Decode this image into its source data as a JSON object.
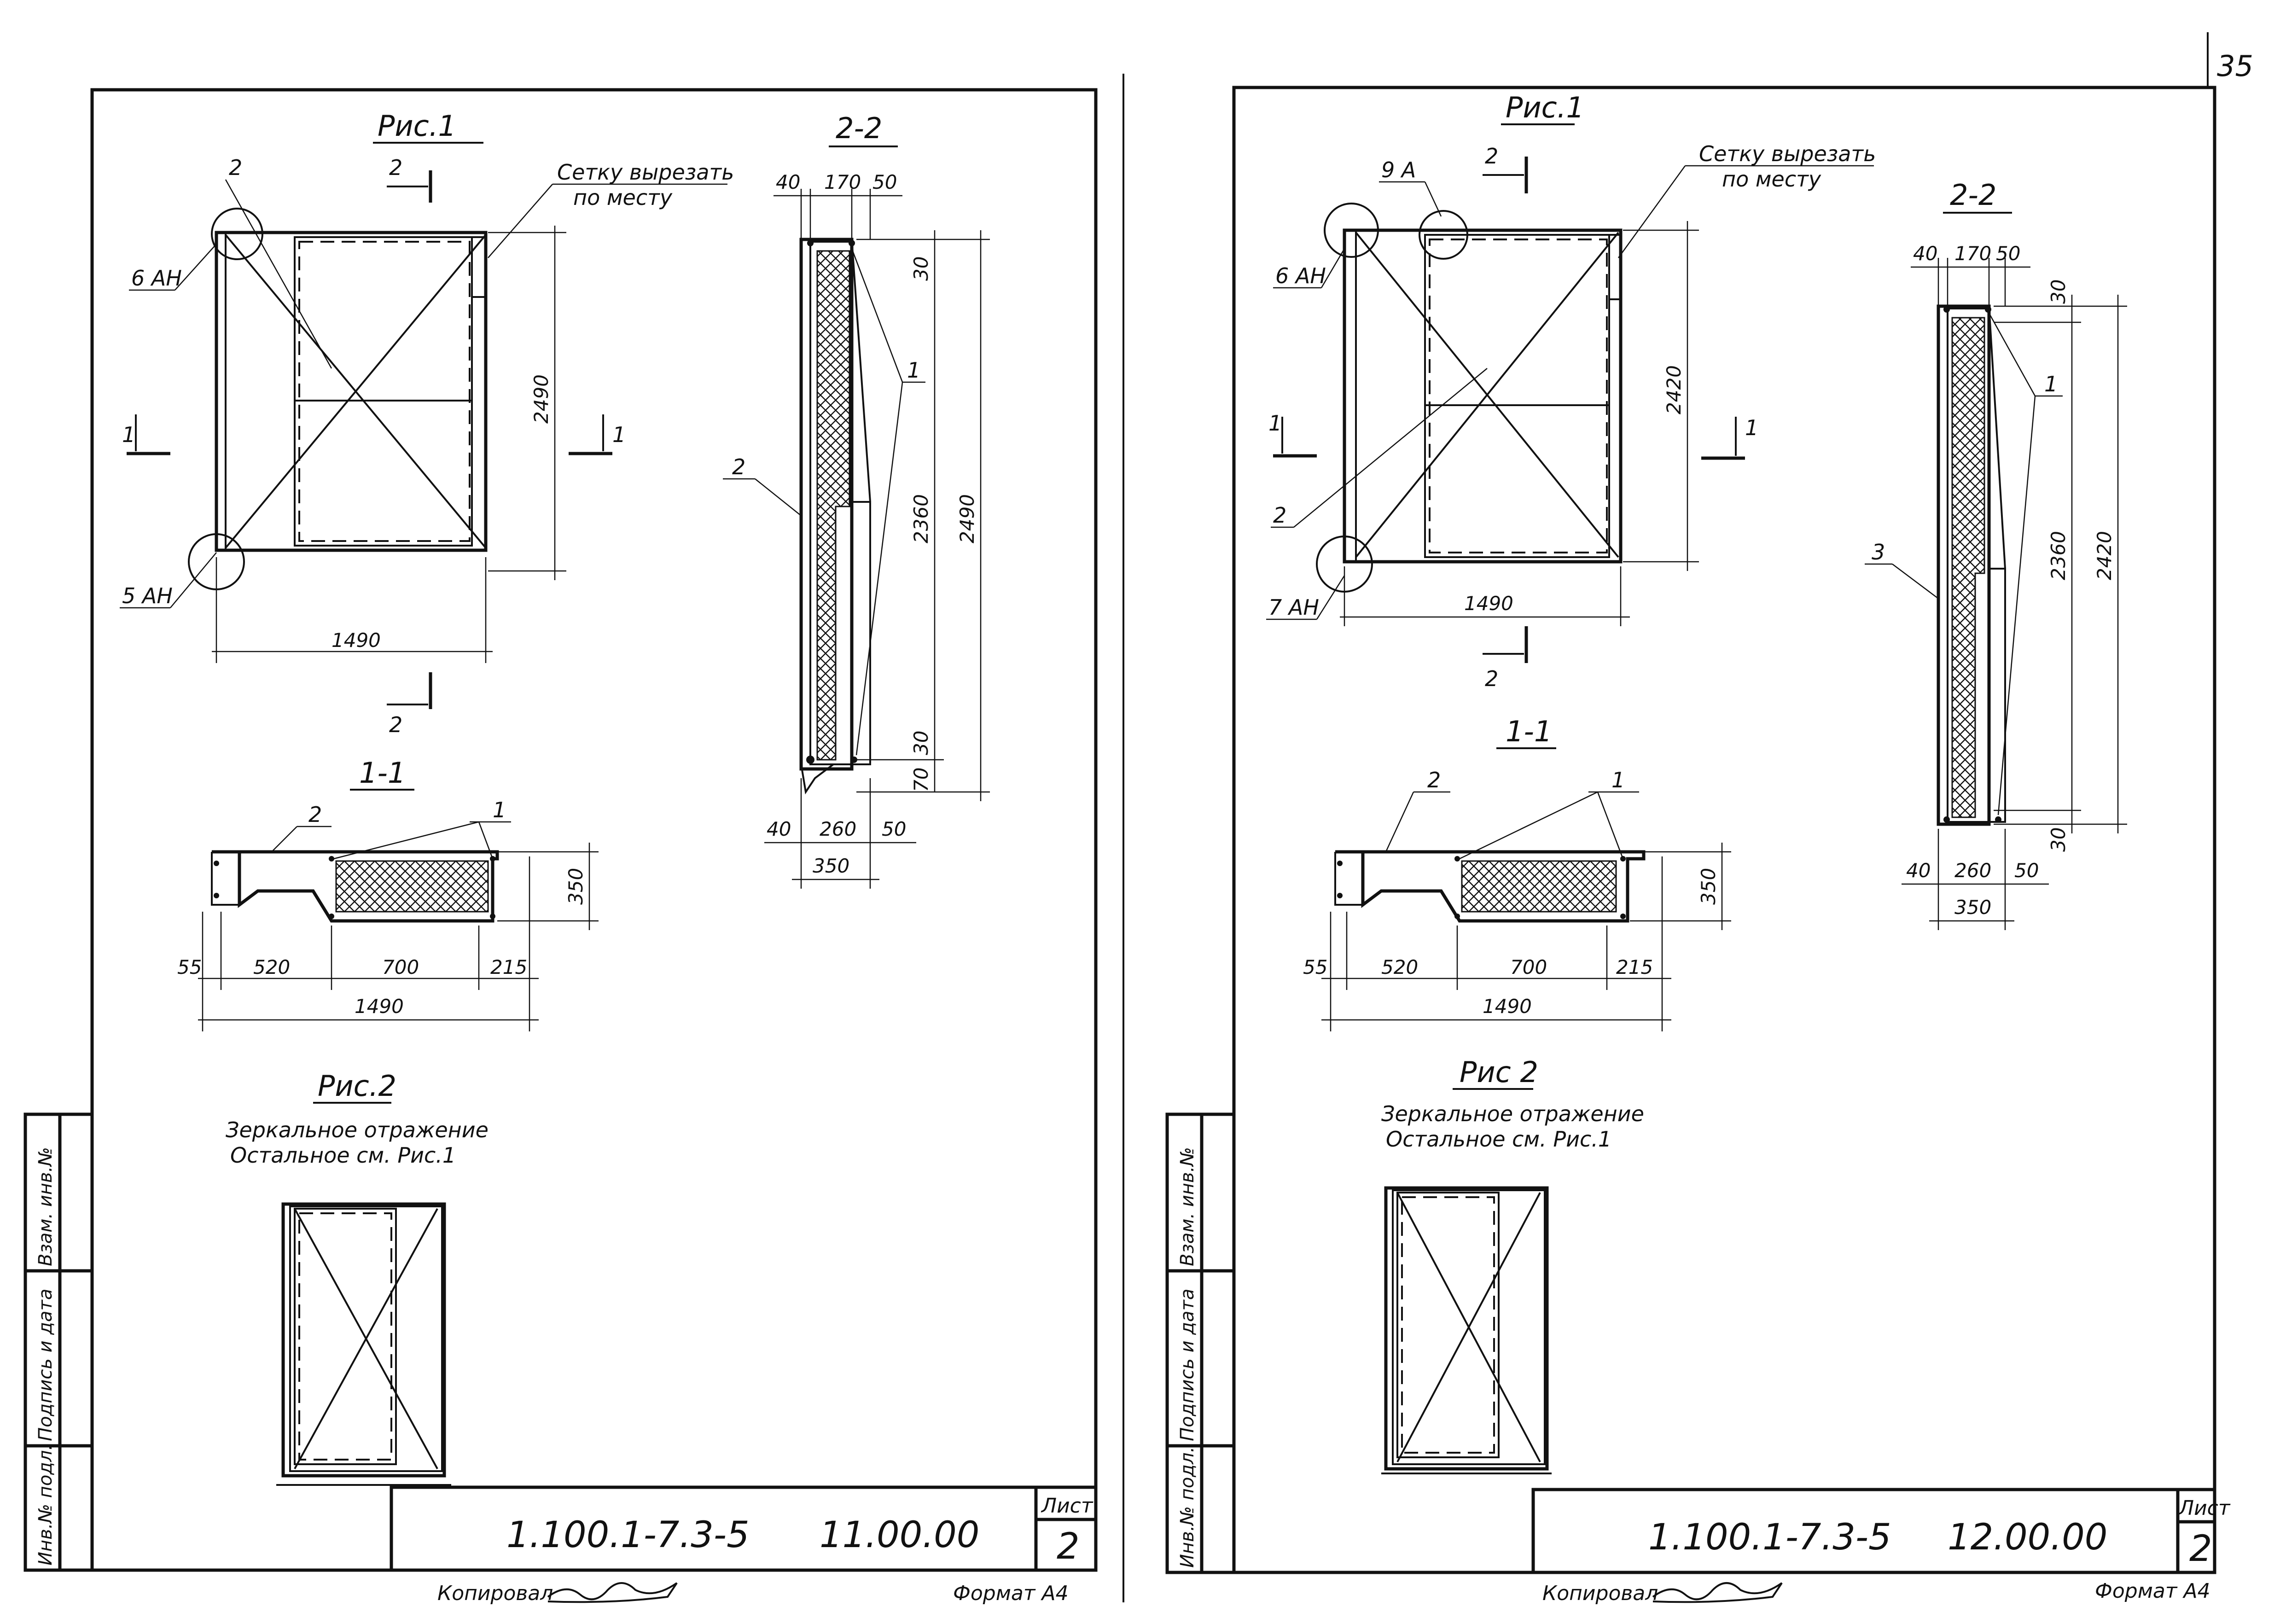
{
  "page_number": "35",
  "left_sheet": {
    "fig1_title": "Рис.1",
    "section_2_title": "2-2",
    "section_1_title": "1-1",
    "fig2_title": "Рис.2",
    "fig2_note_line1": "Зеркальное отражение",
    "fig2_note_line2": "Остальное см. Рис.1",
    "mesh_note_line1": "Сетку вырезать",
    "mesh_note_line2": "по месту",
    "mark_top": "2",
    "mark_left": "6 АН",
    "mark_bottom": "5 АН",
    "cut2": "2",
    "cut1": "1",
    "dim_width": "1490",
    "dim_height": "2490",
    "s22_top_dims": [
      "40",
      "170",
      "50"
    ],
    "s22_bottom_dims": [
      "40",
      "260",
      "50"
    ],
    "s22_total_width": "350",
    "s22_vertical_dims": [
      "30",
      "2360",
      "30",
      "70"
    ],
    "s22_total_height": "2490",
    "s22_callout_1": "1",
    "s22_callout_2": "2",
    "s11_callout_2": "2",
    "s11_callout_1": "1",
    "s11_dims": [
      "55",
      "520",
      "700",
      "215"
    ],
    "s11_total": "1490",
    "s11_height": "350",
    "doc_code": "1.100.1-7.3-5",
    "sheet_code": "11.00.00",
    "sheet_label": "Лист",
    "sheet_number": "2",
    "copied": "Копировал",
    "format": "Формат А4"
  },
  "right_sheet": {
    "fig1_title": "Рис.1",
    "section_2_title": "2-2",
    "section_1_title": "1-1",
    "fig2_title": "Рис 2",
    "fig2_note_line1": "Зеркальное отражение",
    "fig2_note_line2": "Остальное см. Рис.1",
    "mesh_note_line1": "Сетку вырезать",
    "mesh_note_line2": "по месту",
    "mark_top": "9 А",
    "mark_left": "6 АН",
    "mark_bottom": "7 АН",
    "mark_2": "2",
    "cut2": "2",
    "cut1": "1",
    "dim_width": "1490",
    "dim_height": "2420",
    "s22_top_dims": [
      "40",
      "170",
      "50"
    ],
    "s22_bottom_dims": [
      "40",
      "260",
      "50"
    ],
    "s22_total_width": "350",
    "s22_vertical_dims": [
      "30",
      "2360",
      "30"
    ],
    "s22_total_height": "2420",
    "s22_callout_1": "1",
    "s22_callout_3": "3",
    "s11_callout_2": "2",
    "s11_callout_1": "1",
    "s11_dims": [
      "55",
      "520",
      "700",
      "215"
    ],
    "s11_total": "1490",
    "s11_height": "350",
    "doc_code": "1.100.1-7.3-5",
    "sheet_code": "12.00.00",
    "sheet_label": "Лист",
    "sheet_number": "2",
    "copied": "Копировал",
    "format": "Формат А4"
  },
  "side_stamp": {
    "inv_podl": "Инв.№ подл.",
    "podpis_data": "Подпись и дата",
    "vzam_inv": "Взам. инв.№"
  }
}
